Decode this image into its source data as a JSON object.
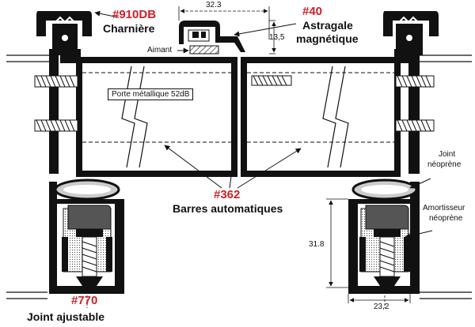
{
  "labels": {
    "part_910db": "#910DB",
    "charniere": "Charnière",
    "part_40": "#40",
    "astragale_line1": "Astragale",
    "astragale_line2": "magnétique",
    "aimant": "Aimant",
    "porte": "Porte métallique 52dB",
    "part_362": "#362",
    "barres": "Barres automatiques",
    "joint_neoprene_line1": "Joint",
    "joint_neoprene_line2": "néoprène",
    "amortisseur_line1": "Amortisseur",
    "amortisseur_line2": "néoprène",
    "part_770": "#770",
    "joint_ajustable": "Joint ajustable"
  },
  "dimensions": {
    "width_top": "32.3",
    "height_astragal": "13,5",
    "height_left": "31.8",
    "width_bottom": "23,2"
  },
  "colors": {
    "part_number": "#d0202a",
    "ink": "#111111"
  }
}
